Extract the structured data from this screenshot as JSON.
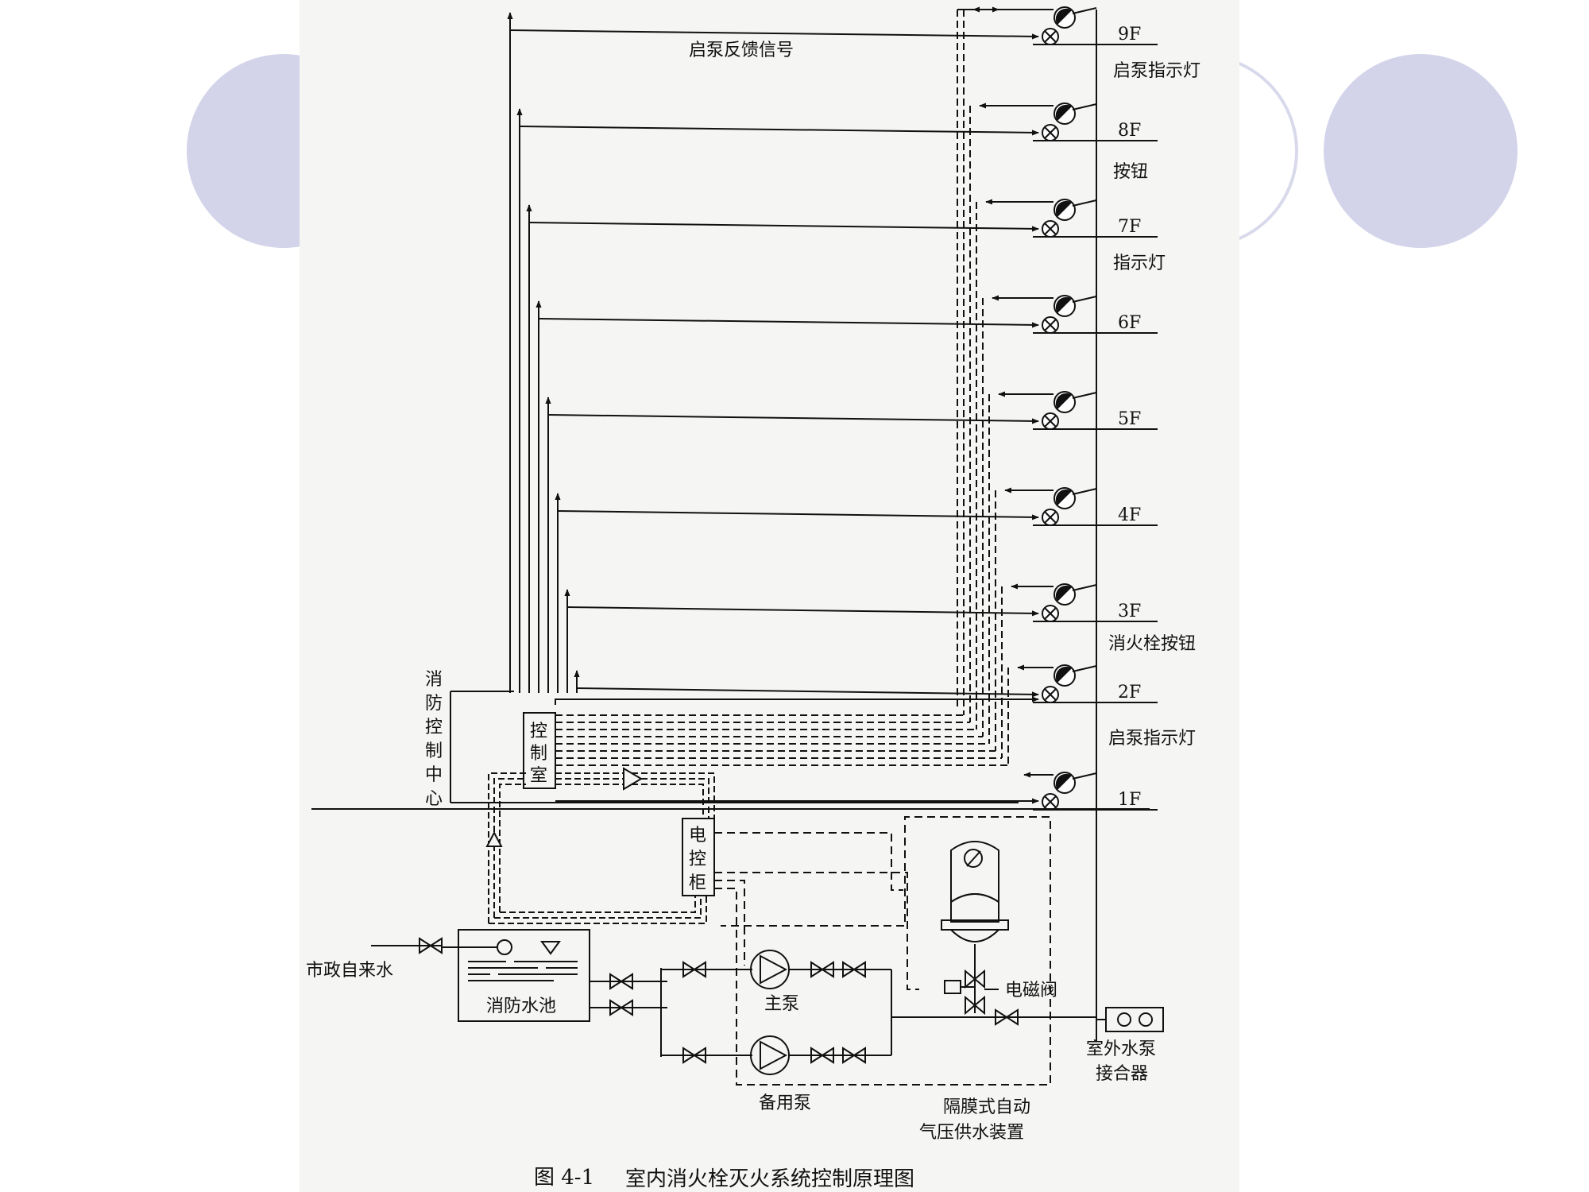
{
  "labels": {
    "feedback": "启泵反馈信号",
    "pump_lamp_top": "启泵指示灯",
    "button": "按钮",
    "lamp": "指示灯",
    "hydrant_button": "消火栓按钮",
    "pump_lamp_low": "启泵指示灯",
    "control_center": [
      "消",
      "防",
      "控",
      "制",
      "中",
      "心"
    ],
    "control_room": [
      "控",
      "制",
      "室"
    ],
    "cabinet": [
      "电",
      "控",
      "柜"
    ],
    "municipal_water": "市政自来水",
    "water_tank": "消防水池",
    "main_pump": "主泵",
    "standby_pump": "备用泵",
    "solenoid_valve": "电磁阀",
    "outdoor_connector": [
      "室外水泵",
      "接合器"
    ],
    "pressure_device": [
      "隔膜式自动",
      "气压供水装置"
    ]
  },
  "floors": [
    "9F",
    "8F",
    "7F",
    "6F",
    "5F",
    "4F",
    "3F",
    "2F",
    "1F"
  ],
  "caption": {
    "number": "图 4-1",
    "title": "室内消火栓灭火系统控制原理图"
  }
}
